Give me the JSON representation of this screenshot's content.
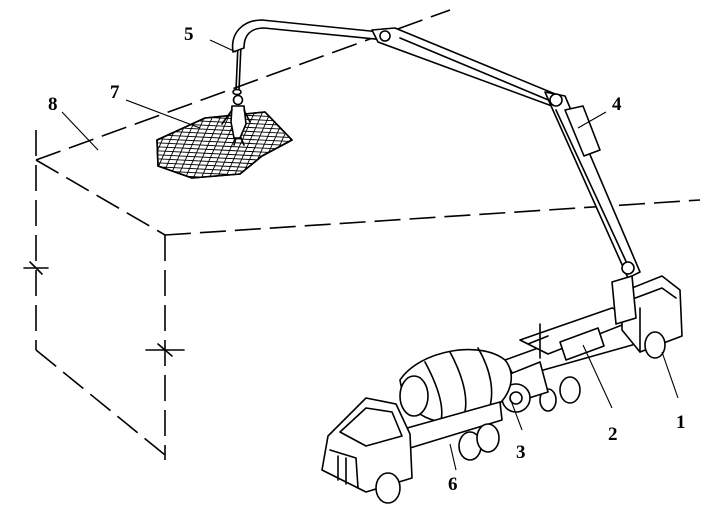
{
  "callouts": {
    "c1": "1",
    "c2": "2",
    "c3": "3",
    "c4": "4",
    "c5": "5",
    "c6": "6",
    "c7": "7",
    "c8": "8"
  },
  "icons": {
    "pump_truck": "concrete-pump-truck-icon",
    "mixer_truck": "concrete-mixer-truck-icon",
    "boom": "placing-boom-icon",
    "hose": "end-hose-icon",
    "rebar_mesh": "rebar-mesh-icon",
    "worker": "worker-icon",
    "foundation": "foundation-block-icon"
  },
  "colors": {
    "ink": "#000000",
    "paper": "#ffffff"
  }
}
